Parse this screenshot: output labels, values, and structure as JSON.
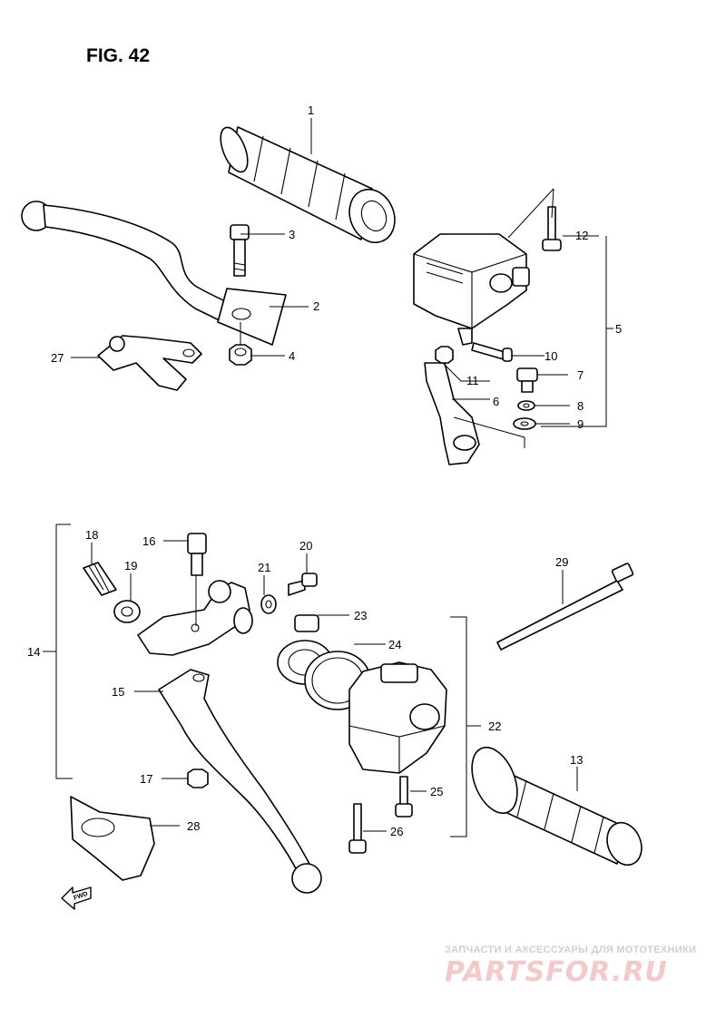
{
  "figure": {
    "title": "FIG. 42"
  },
  "labels": [
    {
      "id": "1",
      "text": "1"
    },
    {
      "id": "2",
      "text": "2"
    },
    {
      "id": "3",
      "text": "3"
    },
    {
      "id": "4",
      "text": "4"
    },
    {
      "id": "5",
      "text": "5"
    },
    {
      "id": "6",
      "text": "6"
    },
    {
      "id": "7",
      "text": "7"
    },
    {
      "id": "8",
      "text": "8"
    },
    {
      "id": "9",
      "text": "9"
    },
    {
      "id": "10",
      "text": "10"
    },
    {
      "id": "11",
      "text": "11"
    },
    {
      "id": "12",
      "text": "12"
    },
    {
      "id": "13",
      "text": "13"
    },
    {
      "id": "14",
      "text": "14"
    },
    {
      "id": "15",
      "text": "15"
    },
    {
      "id": "16",
      "text": "16"
    },
    {
      "id": "17",
      "text": "17"
    },
    {
      "id": "18",
      "text": "18"
    },
    {
      "id": "19",
      "text": "19"
    },
    {
      "id": "20",
      "text": "20"
    },
    {
      "id": "21",
      "text": "21"
    },
    {
      "id": "22",
      "text": "22"
    },
    {
      "id": "23",
      "text": "23"
    },
    {
      "id": "24",
      "text": "24"
    },
    {
      "id": "25",
      "text": "25"
    },
    {
      "id": "26",
      "text": "26"
    },
    {
      "id": "27",
      "text": "27"
    },
    {
      "id": "28",
      "text": "28"
    },
    {
      "id": "29",
      "text": "29"
    }
  ],
  "direction_marker": "FWD",
  "watermark": {
    "caption": "ЗАПЧАСТИ И АКСЕССУАРЫ ДЛЯ МОТОТЕХНИКИ",
    "logo": "PARTSFOR.RU",
    "color": "#f3c9c9"
  }
}
